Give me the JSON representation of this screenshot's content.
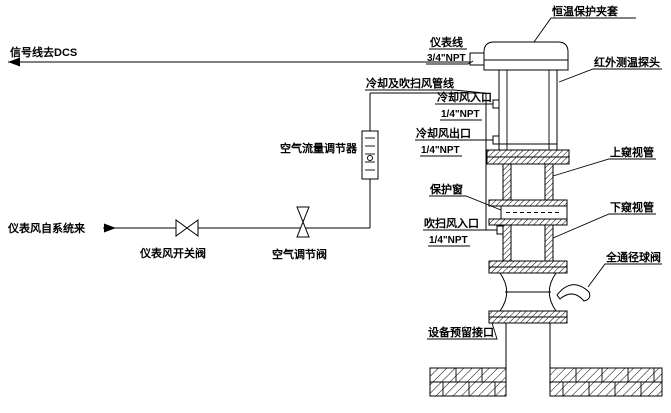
{
  "diagram": {
    "left": {
      "dcs_signal": "信号线去DCS",
      "instrument_air_source": "仪表风自系统来",
      "switch_valve": "仪表风开关阀",
      "control_valve": "空气调节阀",
      "air_flow_regulator": "空气流量调节器"
    },
    "center": {
      "instrument_line": "仪表线",
      "instrument_line_size": "3/4\"NPT",
      "cooling_purge_line": "冷却及吹扫风管线",
      "cooling_inlet": "冷却风入口",
      "cooling_inlet_size": "1/4\"NPT",
      "cooling_outlet": "冷却风出口",
      "cooling_outlet_size": "1/4\"NPT",
      "protection_window": "保护窗",
      "purge_inlet": "吹扫风入口",
      "purge_inlet_size": "1/4\"NPT",
      "reserved_interface": "设备预留接口"
    },
    "right": {
      "thermostat_jacket": "恒温保护夹套",
      "ir_probe": "红外测温探头",
      "upper_sight_tube": "上窥视管",
      "lower_sight_tube": "下窥视管",
      "full_bore_ball_valve": "全通径球阀"
    },
    "colors": {
      "line": "#000000",
      "background": "#ffffff"
    }
  }
}
